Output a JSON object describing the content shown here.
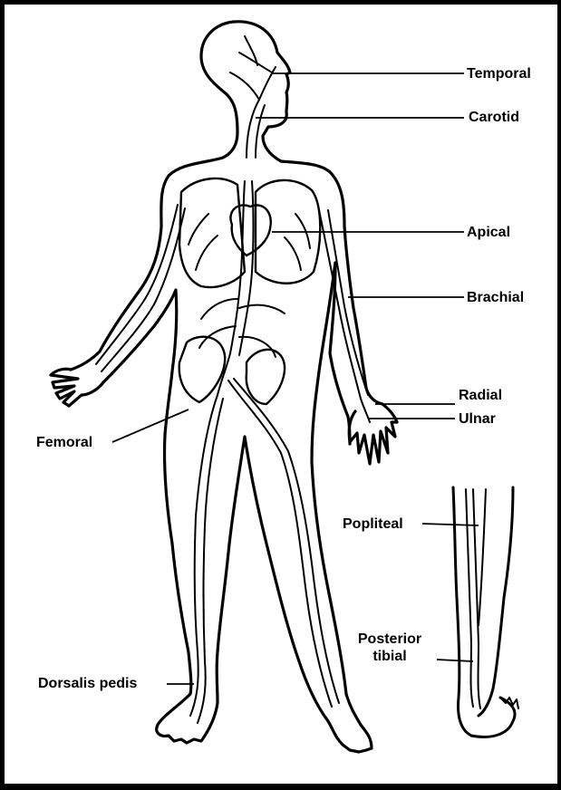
{
  "labels": {
    "temporal": "Temporal",
    "carotid": "Carotid",
    "apical": "Apical",
    "brachial": "Brachial",
    "radial": "Radial",
    "ulnar": "Ulnar",
    "femoral": "Femoral",
    "popliteal": "Popliteal",
    "posterior_line1": "Posterior",
    "posterior_line2": "tibial",
    "dorsalis_pedis": "Dorsalis pedis"
  },
  "colors": {
    "ink": "#000000",
    "background": "#ffffff"
  },
  "figures": [
    "human-body-outline",
    "leg-posterior-view"
  ]
}
